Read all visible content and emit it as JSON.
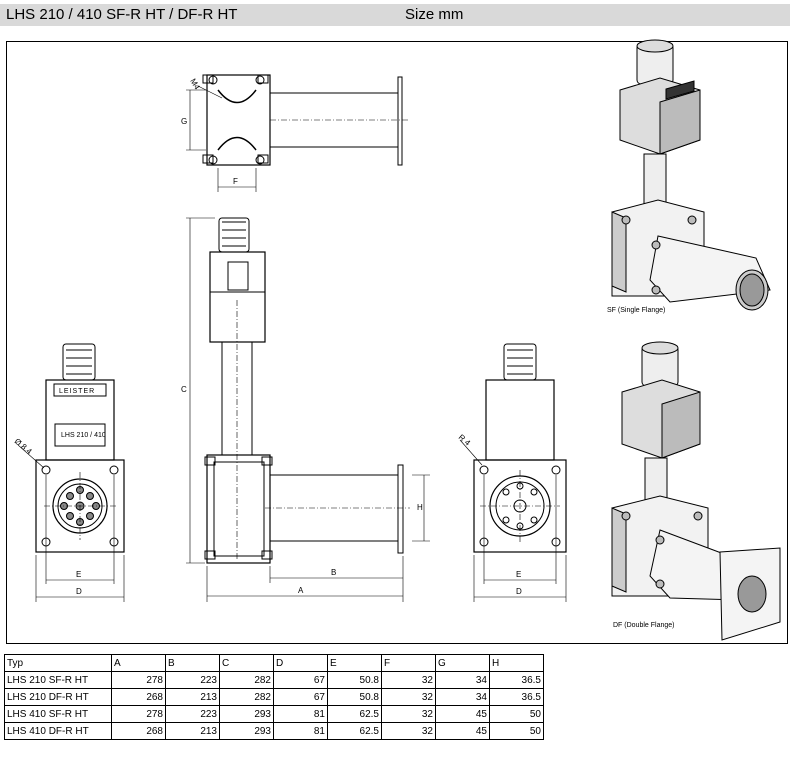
{
  "header": {
    "title": "LHS 210 / 410 SF-R HT / DF-R HT",
    "unit": "Size mm"
  },
  "drawing": {
    "dim_labels": {
      "A": "A",
      "B": "B",
      "C": "C",
      "D": "D",
      "E": "E",
      "F": "F",
      "G": "G",
      "H": "H"
    },
    "callouts": {
      "m4": "M4",
      "d84": "Ø 8.4",
      "r4": "R 4"
    },
    "nameplate_logo": "LEISTER",
    "nameplate_model": "LHS 210 / 410",
    "captions": {
      "sf": "SF (Single Flange)",
      "df": "DF (Double Flange)"
    }
  },
  "table": {
    "columns": [
      "Typ",
      "A",
      "B",
      "C",
      "D",
      "E",
      "F",
      "G",
      "H"
    ],
    "rows": [
      [
        "LHS 210 SF-R HT",
        "278",
        "223",
        "282",
        "67",
        "50.8",
        "32",
        "34",
        "36.5"
      ],
      [
        "LHS 210 DF-R HT",
        "268",
        "213",
        "282",
        "67",
        "50.8",
        "32",
        "34",
        "36.5"
      ],
      [
        "LHS 410 SF-R HT",
        "278",
        "223",
        "293",
        "81",
        "62.5",
        "32",
        "45",
        "50"
      ],
      [
        "LHS 410 DF-R HT",
        "268",
        "213",
        "293",
        "81",
        "62.5",
        "32",
        "45",
        "50"
      ]
    ]
  }
}
